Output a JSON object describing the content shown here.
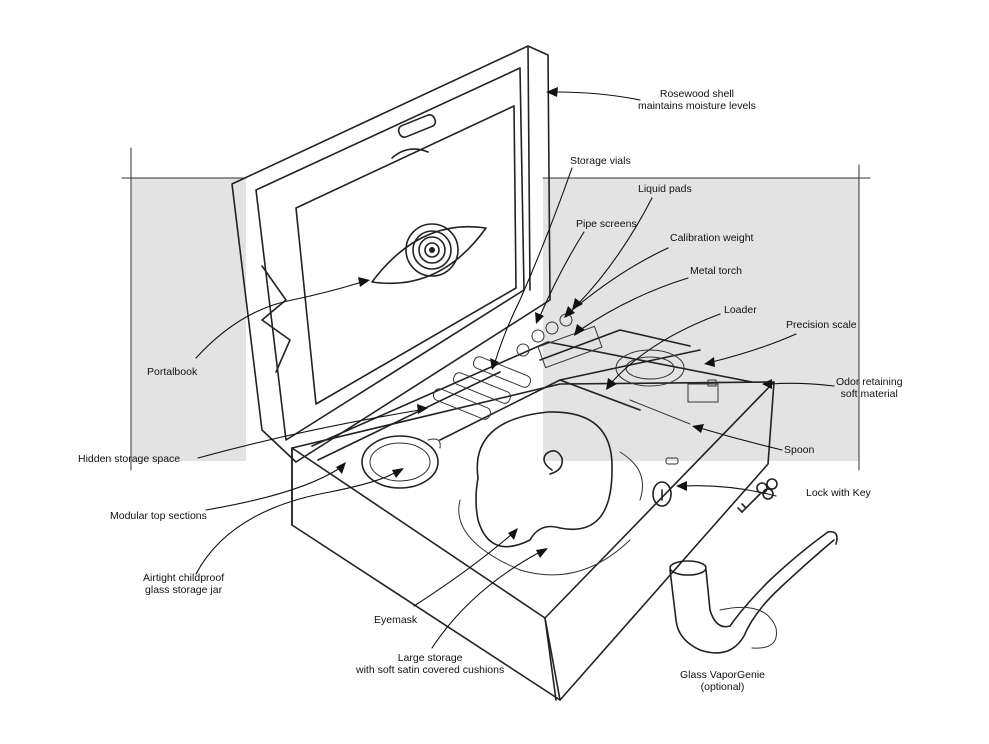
{
  "labels": {
    "rosewood_shell": [
      "Rosewood shell",
      "maintains moisture levels"
    ],
    "storage_vials": "Storage vials",
    "liquid_pads": "Liquid pads",
    "pipe_screens": "Pipe screens",
    "calibration_weight": "Calibration weight",
    "metal_torch": "Metal torch",
    "loader": "Loader",
    "precision_scale": "Precision scale",
    "odor_material": [
      "Odor retaining",
      "soft material"
    ],
    "portalbook": "Portalbook",
    "hidden_storage": "Hidden storage space",
    "spoon": "Spoon",
    "lock_with_key": "Lock with Key",
    "modular_sections": "Modular top sections",
    "jar": [
      "Airtight childproof",
      "glass storage jar"
    ],
    "eyemask": "Eyemask",
    "large_storage": [
      "Large storage",
      "with soft satin covered cushions"
    ],
    "vaporgenie": [
      "Glass VaporGenie",
      "(optional)"
    ]
  },
  "colors": {
    "ink": "#222222",
    "backdrop": "#e3e3e3",
    "paper": "#ffffff"
  },
  "icons": [
    "eye-icon",
    "key-icon",
    "keyhole-icon",
    "spiral-icon"
  ]
}
